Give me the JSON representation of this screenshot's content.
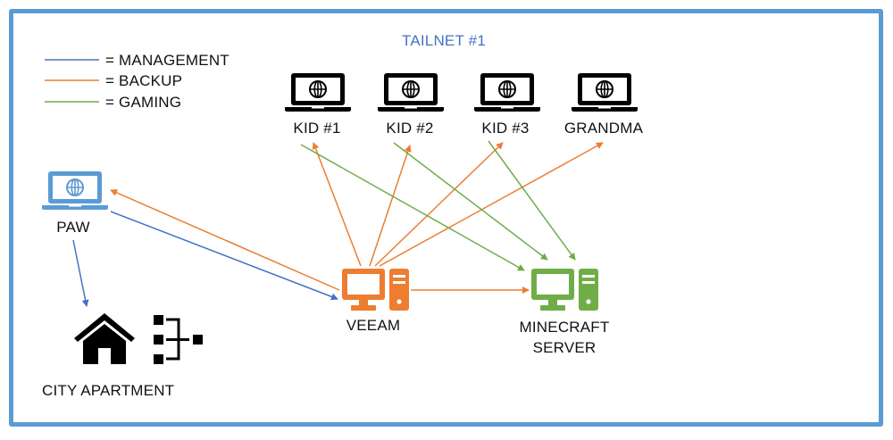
{
  "title": "TAILNET #1",
  "legend": [
    {
      "label": "= MANAGEMENT",
      "color": "#4472c4"
    },
    {
      "label": "= BACKUP",
      "color": "#ed7d31"
    },
    {
      "label": "= GAMING",
      "color": "#70ad47"
    }
  ],
  "colors": {
    "frame": "#5b9bd5",
    "management": "#4472c4",
    "backup": "#ed7d31",
    "gaming": "#70ad47",
    "paw_icon": "#5b9bd5",
    "veeam_icon": "#ed7d31",
    "minecraft_icon": "#70ad47",
    "device_icon": "#000000"
  },
  "nodes": {
    "kid1": {
      "label": "KID #1",
      "icon": "laptop-globe-icon"
    },
    "kid2": {
      "label": "KID #2",
      "icon": "laptop-globe-icon"
    },
    "kid3": {
      "label": "KID #3",
      "icon": "laptop-globe-icon"
    },
    "grandma": {
      "label": "GRANDMA",
      "icon": "laptop-globe-icon"
    },
    "paw": {
      "label": "PAW",
      "icon": "laptop-globe-icon"
    },
    "veeam": {
      "label": "VEEAM",
      "icon": "desktop-tower-icon"
    },
    "minecraft": {
      "label_line1": "MINECRAFT",
      "label_line2": "SERVER",
      "icon": "desktop-tower-icon"
    },
    "city_apartment": {
      "label": "CITY APARTMENT",
      "icon": "house-icon",
      "icon2": "network-hierarchy-icon"
    }
  },
  "connections": [
    {
      "from": "paw",
      "to": "veeam",
      "type": "management"
    },
    {
      "from": "paw",
      "to": "city_apartment",
      "type": "management"
    },
    {
      "from": "veeam",
      "to": "paw",
      "type": "backup"
    },
    {
      "from": "veeam",
      "to": "kid1",
      "type": "backup"
    },
    {
      "from": "veeam",
      "to": "kid2",
      "type": "backup"
    },
    {
      "from": "veeam",
      "to": "kid3",
      "type": "backup"
    },
    {
      "from": "veeam",
      "to": "grandma",
      "type": "backup"
    },
    {
      "from": "veeam",
      "to": "minecraft",
      "type": "backup"
    },
    {
      "from": "kid1",
      "to": "minecraft",
      "type": "gaming"
    },
    {
      "from": "kid2",
      "to": "minecraft",
      "type": "gaming"
    },
    {
      "from": "kid3",
      "to": "minecraft",
      "type": "gaming"
    }
  ]
}
